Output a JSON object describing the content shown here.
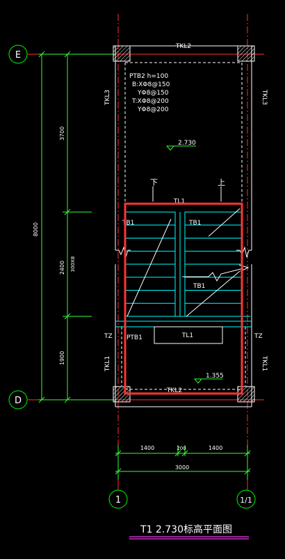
{
  "axes": {
    "E": "E",
    "D": "D",
    "one": "1",
    "one_over_one": "1/1"
  },
  "beams": {
    "top": "TKL2",
    "bottom": "TKL2",
    "left_upper": "TKL3",
    "right_upper": "TKL3",
    "left_lower": "TKL1",
    "right_lower": "TKL1",
    "landing": "TL1",
    "middle": "TL1"
  },
  "slab": {
    "name_line": "PTB2   h=100",
    "b_x": "B:XΦ8@150",
    "b_y": "YΦ8@150",
    "t_x": "T:XΦ8@200",
    "t_y": "YΦ8@200"
  },
  "stairs": {
    "down": "下",
    "up": "上",
    "tb1_a": "TB1",
    "tb1_b": "TB1",
    "tb1_c": "TB1",
    "ptb1": "PTB1",
    "tz_left": "TZ",
    "tz_right": "TZ"
  },
  "elevations": {
    "top": "2.730",
    "bottom": "1.355"
  },
  "dims_vertical": {
    "total": "8000",
    "seg1": "3700",
    "seg2": "2400",
    "seg2_note": "300X8",
    "seg3": "1900"
  },
  "dims_horizontal": {
    "left": "1400",
    "gap": "200",
    "right": "1400",
    "total": "3000"
  },
  "title": "T1   2.730标高平面图",
  "colors": {
    "axis_green": "#00ff00",
    "axis_red": "#ff3030",
    "wall_white": "#ffffff",
    "tread_cyan": "#00ffff",
    "highlight_red": "#ff3333",
    "dim_green": "#33ff33",
    "title_magenta": "#cc33cc"
  }
}
